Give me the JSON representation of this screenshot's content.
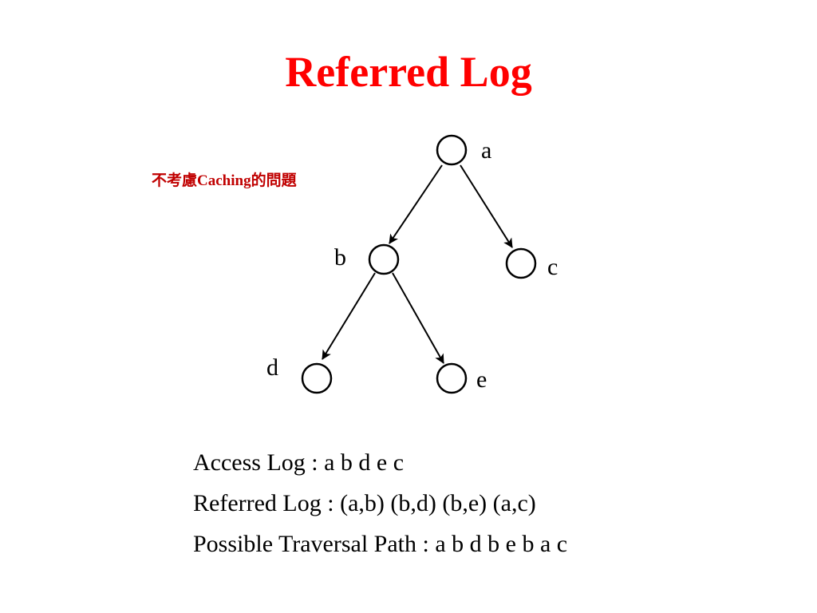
{
  "slide": {
    "title": "Referred Log",
    "title_color": "#ff0000",
    "note": "不考慮Caching的問題",
    "note_color": "#c00000"
  },
  "tree": {
    "nodes": [
      {
        "id": "a",
        "label": "a"
      },
      {
        "id": "b",
        "label": "b"
      },
      {
        "id": "c",
        "label": "c"
      },
      {
        "id": "d",
        "label": "d"
      },
      {
        "id": "e",
        "label": "e"
      }
    ],
    "edges": [
      {
        "from": "a",
        "to": "b"
      },
      {
        "from": "a",
        "to": "c"
      },
      {
        "from": "b",
        "to": "d"
      },
      {
        "from": "b",
        "to": "e"
      }
    ]
  },
  "logs": {
    "access_log": "Access Log : a b d e c",
    "referred_log": "Referred Log : (a,b) (b,d) (b,e) (a,c)",
    "traversal_path": "Possible Traversal Path : a b d b e b a c"
  }
}
